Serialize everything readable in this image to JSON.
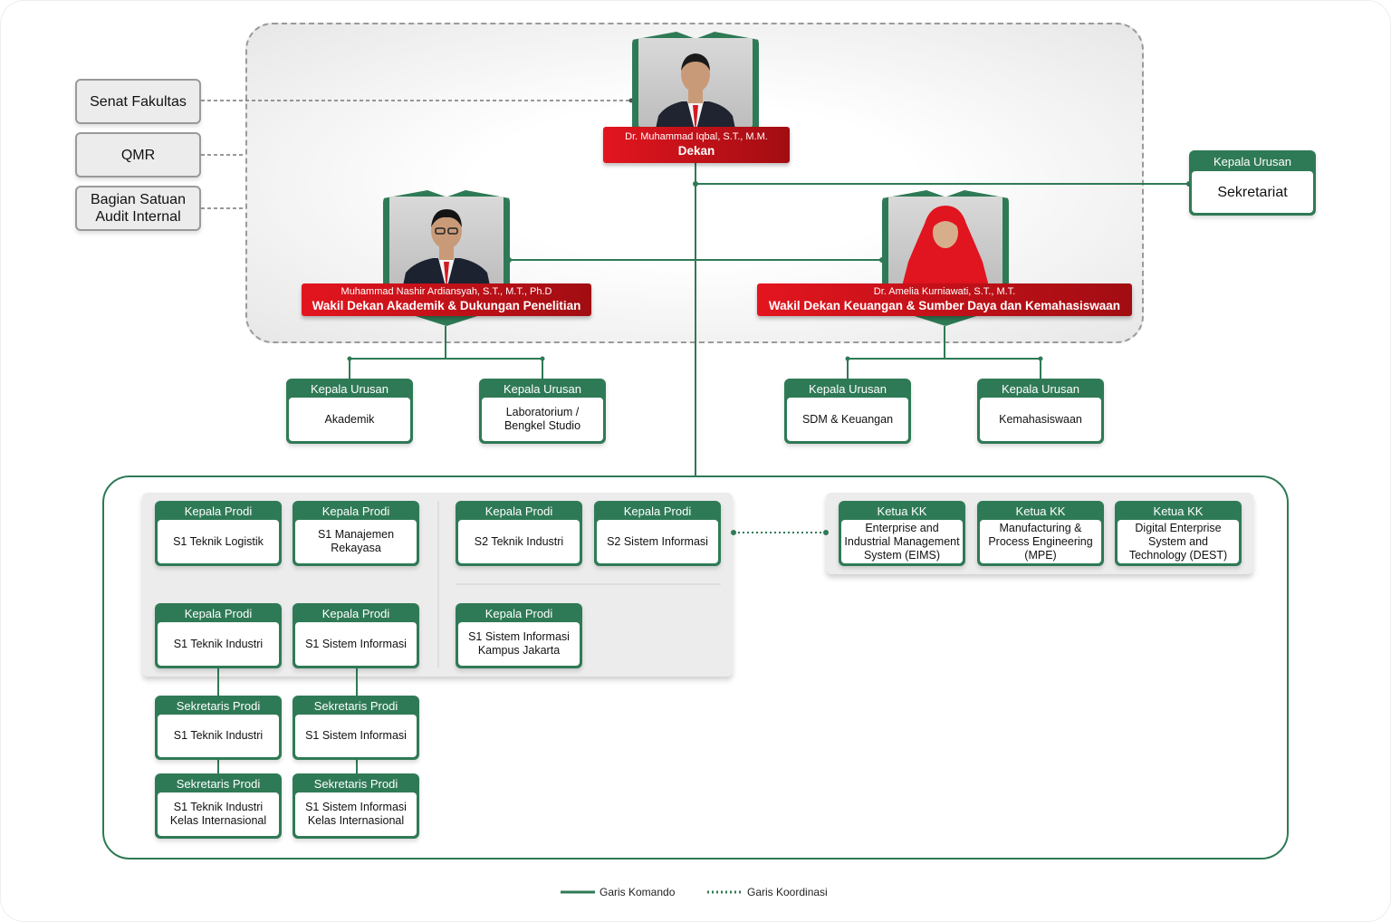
{
  "colors": {
    "green": "#2f7a56",
    "red": "#d7151f",
    "grey_box": "#ececec"
  },
  "coordinating_units": [
    {
      "label": "Senat Fakultas"
    },
    {
      "label": "QMR"
    },
    {
      "label": "Bagian Satuan\nAudit Internal"
    }
  ],
  "dean": {
    "name": "Dr. Muhammad Iqbal, S.T., M.M.",
    "title": "Dekan",
    "photo_icon": "portrait-man-red-tie"
  },
  "vice_deans": [
    {
      "name": "Muhammad Nashir Ardiansyah, S.T., M.T., Ph.D",
      "title": "Wakil Dekan Akademik & Dukungan Penelitian",
      "photo_icon": "portrait-man-red-tie"
    },
    {
      "name": "Dr. Amelia Kurniawati, S.T., M.T.",
      "title": "Wakil Dekan Keuangan & Sumber Daya dan Kemahasiswaan",
      "photo_icon": "portrait-woman-red-hijab"
    }
  ],
  "secretariat": {
    "header": "Kepala Urusan",
    "label": "Sekretariat"
  },
  "urusan": [
    {
      "header": "Kepala Urusan",
      "label": "Akademik"
    },
    {
      "header": "Kepala Urusan",
      "label": "Laboratorium /\nBengkel Studio"
    },
    {
      "header": "Kepala Urusan",
      "label": "SDM & Keuangan"
    },
    {
      "header": "Kepala Urusan",
      "label": "Kemahasiswaan"
    }
  ],
  "prodi": [
    {
      "header": "Kepala Prodi",
      "label": "S1 Teknik Logistik"
    },
    {
      "header": "Kepala Prodi",
      "label": "S1 Manajemen\nRekayasa"
    },
    {
      "header": "Kepala Prodi",
      "label": "S2 Teknik Industri"
    },
    {
      "header": "Kepala Prodi",
      "label": "S2 Sistem Informasi"
    },
    {
      "header": "Kepala Prodi",
      "label": "S1 Teknik Industri"
    },
    {
      "header": "Kepala Prodi",
      "label": "S1 Sistem Informasi"
    },
    {
      "header": "Kepala Prodi",
      "label": "S1 Sistem Informasi\nKampus Jakarta"
    }
  ],
  "sekretaris": [
    {
      "header": "Sekretaris Prodi",
      "label": "S1 Teknik Industri"
    },
    {
      "header": "Sekretaris Prodi",
      "label": "S1 Sistem Informasi"
    },
    {
      "header": "Sekretaris Prodi",
      "label": "S1 Teknik Industri\nKelas Internasional"
    },
    {
      "header": "Sekretaris Prodi",
      "label": "S1 Sistem Informasi\nKelas Internasional"
    }
  ],
  "kk": [
    {
      "header": "Ketua KK",
      "label": "Enterprise and\nIndustrial Management\nSystem (EIMS)"
    },
    {
      "header": "Ketua KK",
      "label": "Manufacturing &\nProcess Engineering\n(MPE)"
    },
    {
      "header": "Ketua KK",
      "label": "Digital Enterprise\nSystem and\nTechnology (DEST)"
    }
  ],
  "legend": {
    "command": "Garis Komando",
    "coordination": "Garis Koordinasi"
  }
}
